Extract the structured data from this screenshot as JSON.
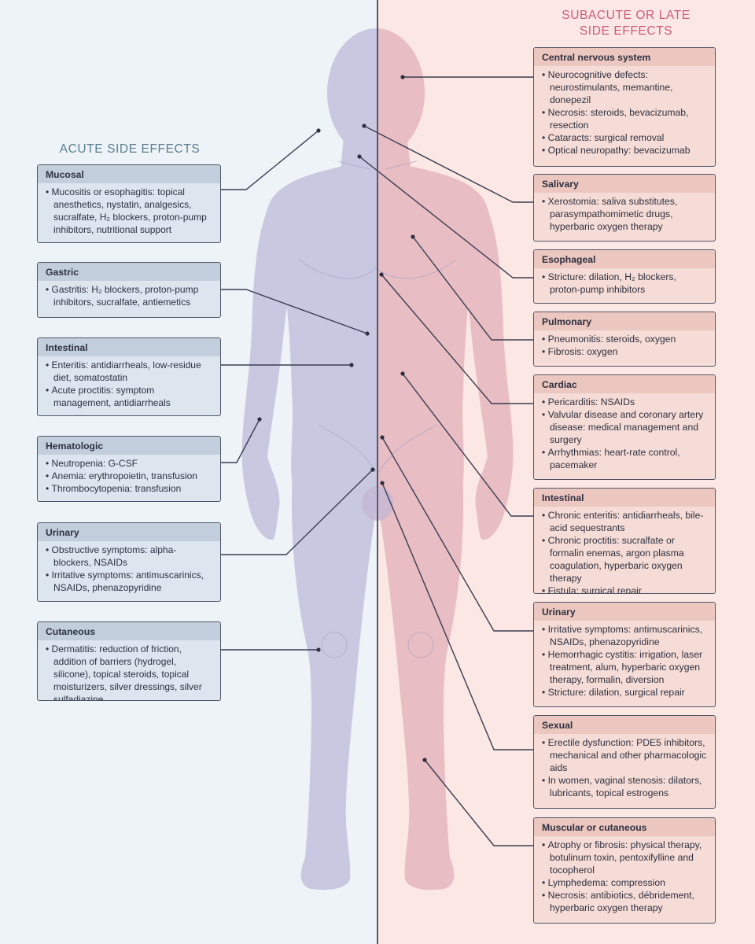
{
  "titles": {
    "acute": "ACUTE SIDE EFFECTS",
    "late_line1": "SUBACUTE OR LATE",
    "late_line2": "SIDE EFFECTS"
  },
  "acute": [
    {
      "name": "Mucosal",
      "items": [
        "Mucositis or esophagitis: topical anesthetics, nystatin, analgesics, sucralfate, H₂ blockers, proton-pump inhibitors, nutritional support"
      ]
    },
    {
      "name": "Gastric",
      "items": [
        "Gastritis: H₂ blockers, proton-pump inhibitors, sucralfate, antiemetics"
      ]
    },
    {
      "name": "Intestinal",
      "items": [
        "Enteritis: antidiarrheals, low-residue diet, somatostatin",
        "Acute proctitis: symptom management, antidiarrheals"
      ]
    },
    {
      "name": "Hematologic",
      "items": [
        "Neutropenia: G-CSF",
        "Anemia: erythropoietin, transfusion",
        "Thrombocytopenia: transfusion"
      ]
    },
    {
      "name": "Urinary",
      "items": [
        "Obstructive symptoms: alpha-blockers, NSAIDs",
        "Irritative symptoms: antimuscarinics, NSAIDs, phenazopyridine"
      ]
    },
    {
      "name": "Cutaneous",
      "items": [
        "Dermatitis: reduction of friction, addition of barriers (hydrogel, silicone), topical steroids, topical moisturizers, silver dressings, silver sulfadiazine"
      ]
    }
  ],
  "late": [
    {
      "name": "Central nervous system",
      "items": [
        "Neurocognitive defects: neurostimulants, memantine, donepezil",
        "Necrosis: steroids, bevacizumab, resection",
        "Cataracts: surgical removal",
        "Optical neuropathy: bevacizumab"
      ]
    },
    {
      "name": "Salivary",
      "items": [
        "Xerostomia: saliva substitutes, parasympathomimetic drugs, hyperbaric oxygen therapy"
      ]
    },
    {
      "name": "Esophageal",
      "items": [
        "Stricture: dilation, H₂ blockers, proton-pump inhibitors"
      ]
    },
    {
      "name": "Pulmonary",
      "items": [
        "Pneumonitis: steroids, oxygen",
        "Fibrosis: oxygen"
      ]
    },
    {
      "name": "Cardiac",
      "items": [
        "Pericarditis: NSAIDs",
        "Valvular disease and coronary artery disease: medical management and surgery",
        "Arrhythmias: heart-rate control, pacemaker"
      ]
    },
    {
      "name": "Intestinal",
      "items": [
        "Chronic enteritis: antidiarrheals, bile-acid sequestrants",
        "Chronic proctitis: sucralfate or formalin enemas, argon plasma coagulation, hyperbaric oxygen therapy",
        "Fistula: surgical repair"
      ]
    },
    {
      "name": "Urinary",
      "items": [
        "Irritative symptoms: antimuscarinics, NSAIDs, phenazopyridine",
        "Hemorrhagic cystitis: irrigation, laser treatment, alum, hyperbaric oxygen therapy, formalin, diversion",
        "Stricture: dilation, surgical repair"
      ]
    },
    {
      "name": "Sexual",
      "items": [
        "Erectile dysfunction: PDE5 inhibitors, mechanical and other pharmacologic aids",
        "In women, vaginal stenosis: dilators, lubricants, topical estrogens"
      ]
    },
    {
      "name": "Muscular or cutaneous",
      "items": [
        "Atrophy or fibrosis: physical therapy, botulinum toxin, pentoxifylline and tocopherol",
        "Lymphedema: compression",
        "Necrosis: antibiotics, débridement, hyperbaric oxygen therapy"
      ]
    }
  ]
}
